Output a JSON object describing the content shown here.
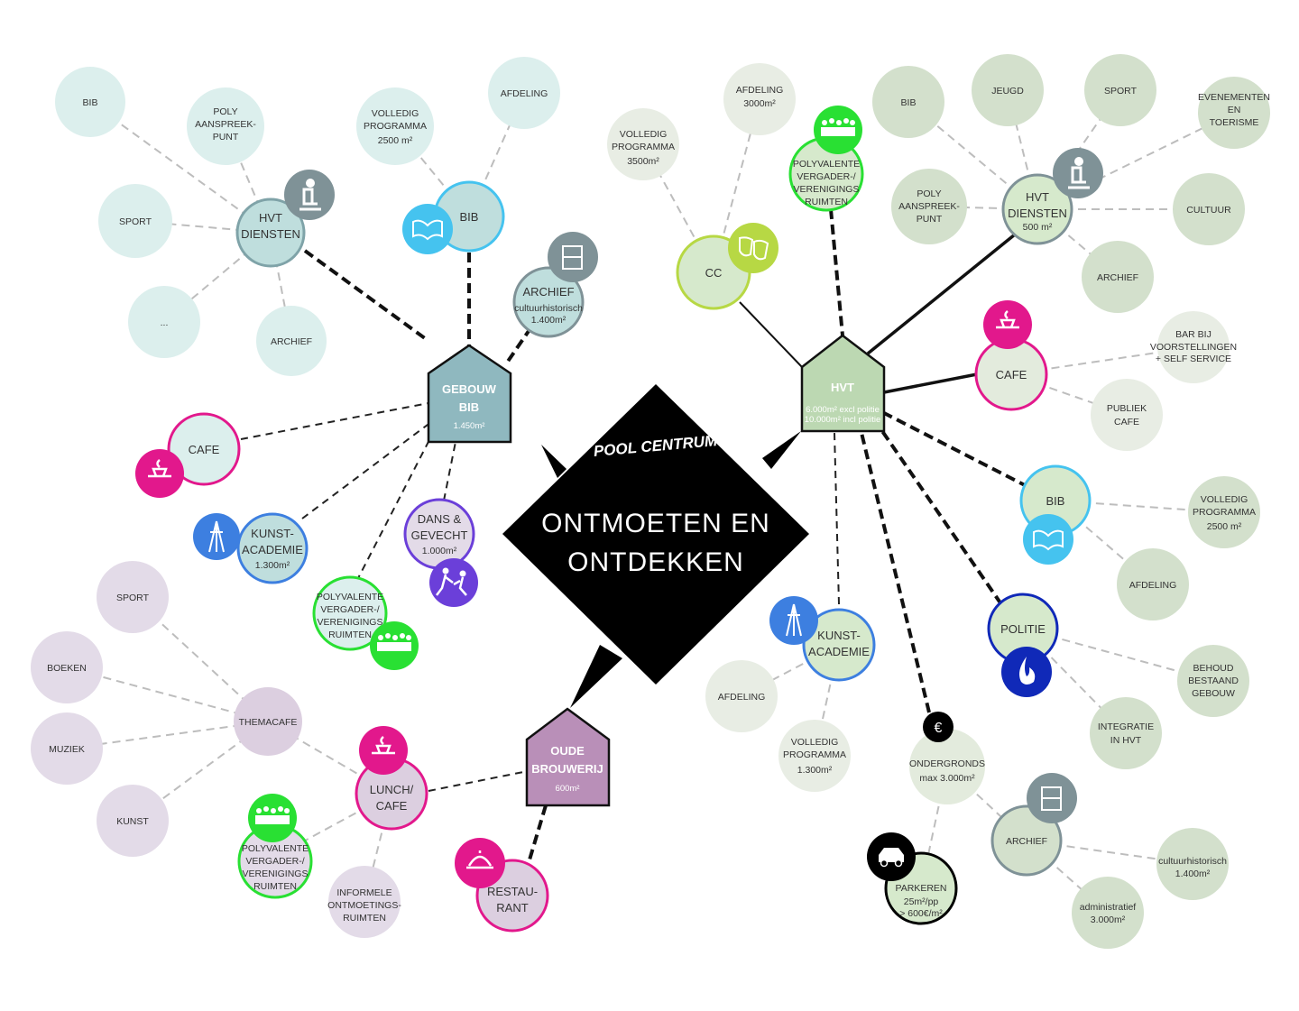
{
  "center": {
    "line1": "ONTMOETEN EN",
    "line2": "ONTDEKKEN",
    "pool": "POOL CENTRUM"
  },
  "colors": {
    "teal_light": "#dcefed",
    "teal_node": "#bfdedd",
    "teal_border": "#7fa3a8",
    "house_teal": "#8fb8bf",
    "green_light": "#e3ebdd",
    "green_mid": "#d3e0cc",
    "green_node": "#d6e9cc",
    "house_green": "#bcd8b2",
    "lilac_light": "#e3dbe8",
    "lilac_node": "#dccfe0",
    "house_purple": "#b98fb8",
    "magenta": "#e2188c",
    "bright_green": "#29e033",
    "blue": "#3d7fe0",
    "cyan": "#45c3ef",
    "violet": "#6b3fd9",
    "navy": "#1029b8",
    "lime": "#b7d844",
    "grey_icon": "#7f9297"
  },
  "left": {
    "house": {
      "l1": "GEBOUW",
      "l2": "BIB",
      "area": "1.450m²"
    },
    "hvt": {
      "l1": "HVT",
      "l2": "DIENSTEN"
    },
    "bib_l": "BIB",
    "poly": {
      "l1": "POLY",
      "l2": "AANSPREEK-",
      "l3": "PUNT"
    },
    "sport": "SPORT",
    "dots": "...",
    "archief_plain": "ARCHIEF",
    "bib_node": "BIB",
    "volledig": {
      "l1": "VOLLEDIG",
      "l2": "PROGRAMMA",
      "l3": "2500 m²"
    },
    "afdeling": "AFDELING",
    "archief": {
      "l1": "ARCHIEF",
      "l2": "cultuurhistorisch",
      "l3": "1.400m²"
    },
    "cafe": "CAFE",
    "kunst": {
      "l1": "KUNST-",
      "l2": "ACADEMIE",
      "l3": "1.300m²"
    },
    "dans": {
      "l1": "DANS &",
      "l2": "GEVECHT",
      "l3": "1.000m²"
    },
    "polyvalent": {
      "l1": "POLYVALENTE",
      "l2": "VERGADER-/",
      "l3": "VERENIGINGS",
      "l4": "RUIMTEN"
    }
  },
  "bottom": {
    "house": {
      "l1": "OUDE",
      "l2": "BROUWERIJ",
      "area": "600m²"
    },
    "themacafe": "THEMACAFE",
    "sport": "SPORT",
    "boeken": "BOEKEN",
    "muziek": "MUZIEK",
    "kunst": "KUNST",
    "lunch": {
      "l1": "LUNCH/",
      "l2": "CAFE"
    },
    "polyvalent": {
      "l1": "POLYVALENTE",
      "l2": "VERGADER-/",
      "l3": "VERENIGINGS",
      "l4": "RUIMTEN"
    },
    "informele": {
      "l1": "INFORMELE",
      "l2": "ONTMOETINGS-",
      "l3": "RUIMTEN"
    },
    "restaurant": {
      "l1": "RESTAU-",
      "l2": "RANT"
    }
  },
  "right": {
    "house": {
      "l1": "HVT",
      "l2": "6.000m² excl politie",
      "l3": "10.000m² incl politie"
    },
    "cc": "CC",
    "volledig_cc": {
      "l1": "VOLLEDIG",
      "l2": "PROGRAMMA",
      "l3": "3500m²"
    },
    "afdeling_cc": {
      "l1": "AFDELING",
      "l2": "3000m²"
    },
    "polyvalent": {
      "l1": "POLYVALENTE",
      "l2": "VERGADER-/",
      "l3": "VERENIGINGS",
      "l4": "RUIMTEN"
    },
    "hvt": {
      "l1": "HVT",
      "l2": "DIENSTEN",
      "l3": "500 m²"
    },
    "bib_r": "BIB",
    "jeugd": "JEUGD",
    "sport": "SPORT",
    "evenementen": {
      "l1": "EVENEMENTEN",
      "l2": "EN",
      "l3": "TOERISME"
    },
    "poly": {
      "l1": "POLY",
      "l2": "AANSPREEK-",
      "l3": "PUNT"
    },
    "cultuur": "CULTUUR",
    "archief_r": "ARCHIEF",
    "cafe": "CAFE",
    "bar": {
      "l1": "BAR BIJ",
      "l2": "VOORSTELLINGEN",
      "l3": "+ SELF SERVICE"
    },
    "publiek": {
      "l1": "PUBLIEK",
      "l2": "CAFE"
    },
    "bib": "BIB",
    "volledig_bib": {
      "l1": "VOLLEDIG",
      "l2": "PROGRAMMA",
      "l3": "2500 m²"
    },
    "afdeling_bib": "AFDELING",
    "politie": "POLITIE",
    "behoud": {
      "l1": "BEHOUD",
      "l2": "BESTAAND",
      "l3": "GEBOUW"
    },
    "integratie": {
      "l1": "INTEGRATIE",
      "l2": "IN HVT"
    },
    "kunst": {
      "l1": "KUNST-",
      "l2": "ACADEMIE"
    },
    "afdeling_k": "AFDELING",
    "volledig_k": {
      "l1": "VOLLEDIG",
      "l2": "PROGRAMMA",
      "l3": "1.300m²"
    },
    "euro": "€",
    "ondergronds": {
      "l1": "ONDERGRONDS",
      "l2": "max 3.000m²"
    },
    "parkeren": {
      "l1": "PARKEREN",
      "l2": "25m²/pp",
      "l3": "> 600€/m²"
    },
    "archief": "ARCHIEF",
    "cultuurhist": {
      "l1": "cultuurhistorisch",
      "l2": "1.400m²"
    },
    "administratief": {
      "l1": "administratief",
      "l2": "3.000m²"
    }
  }
}
